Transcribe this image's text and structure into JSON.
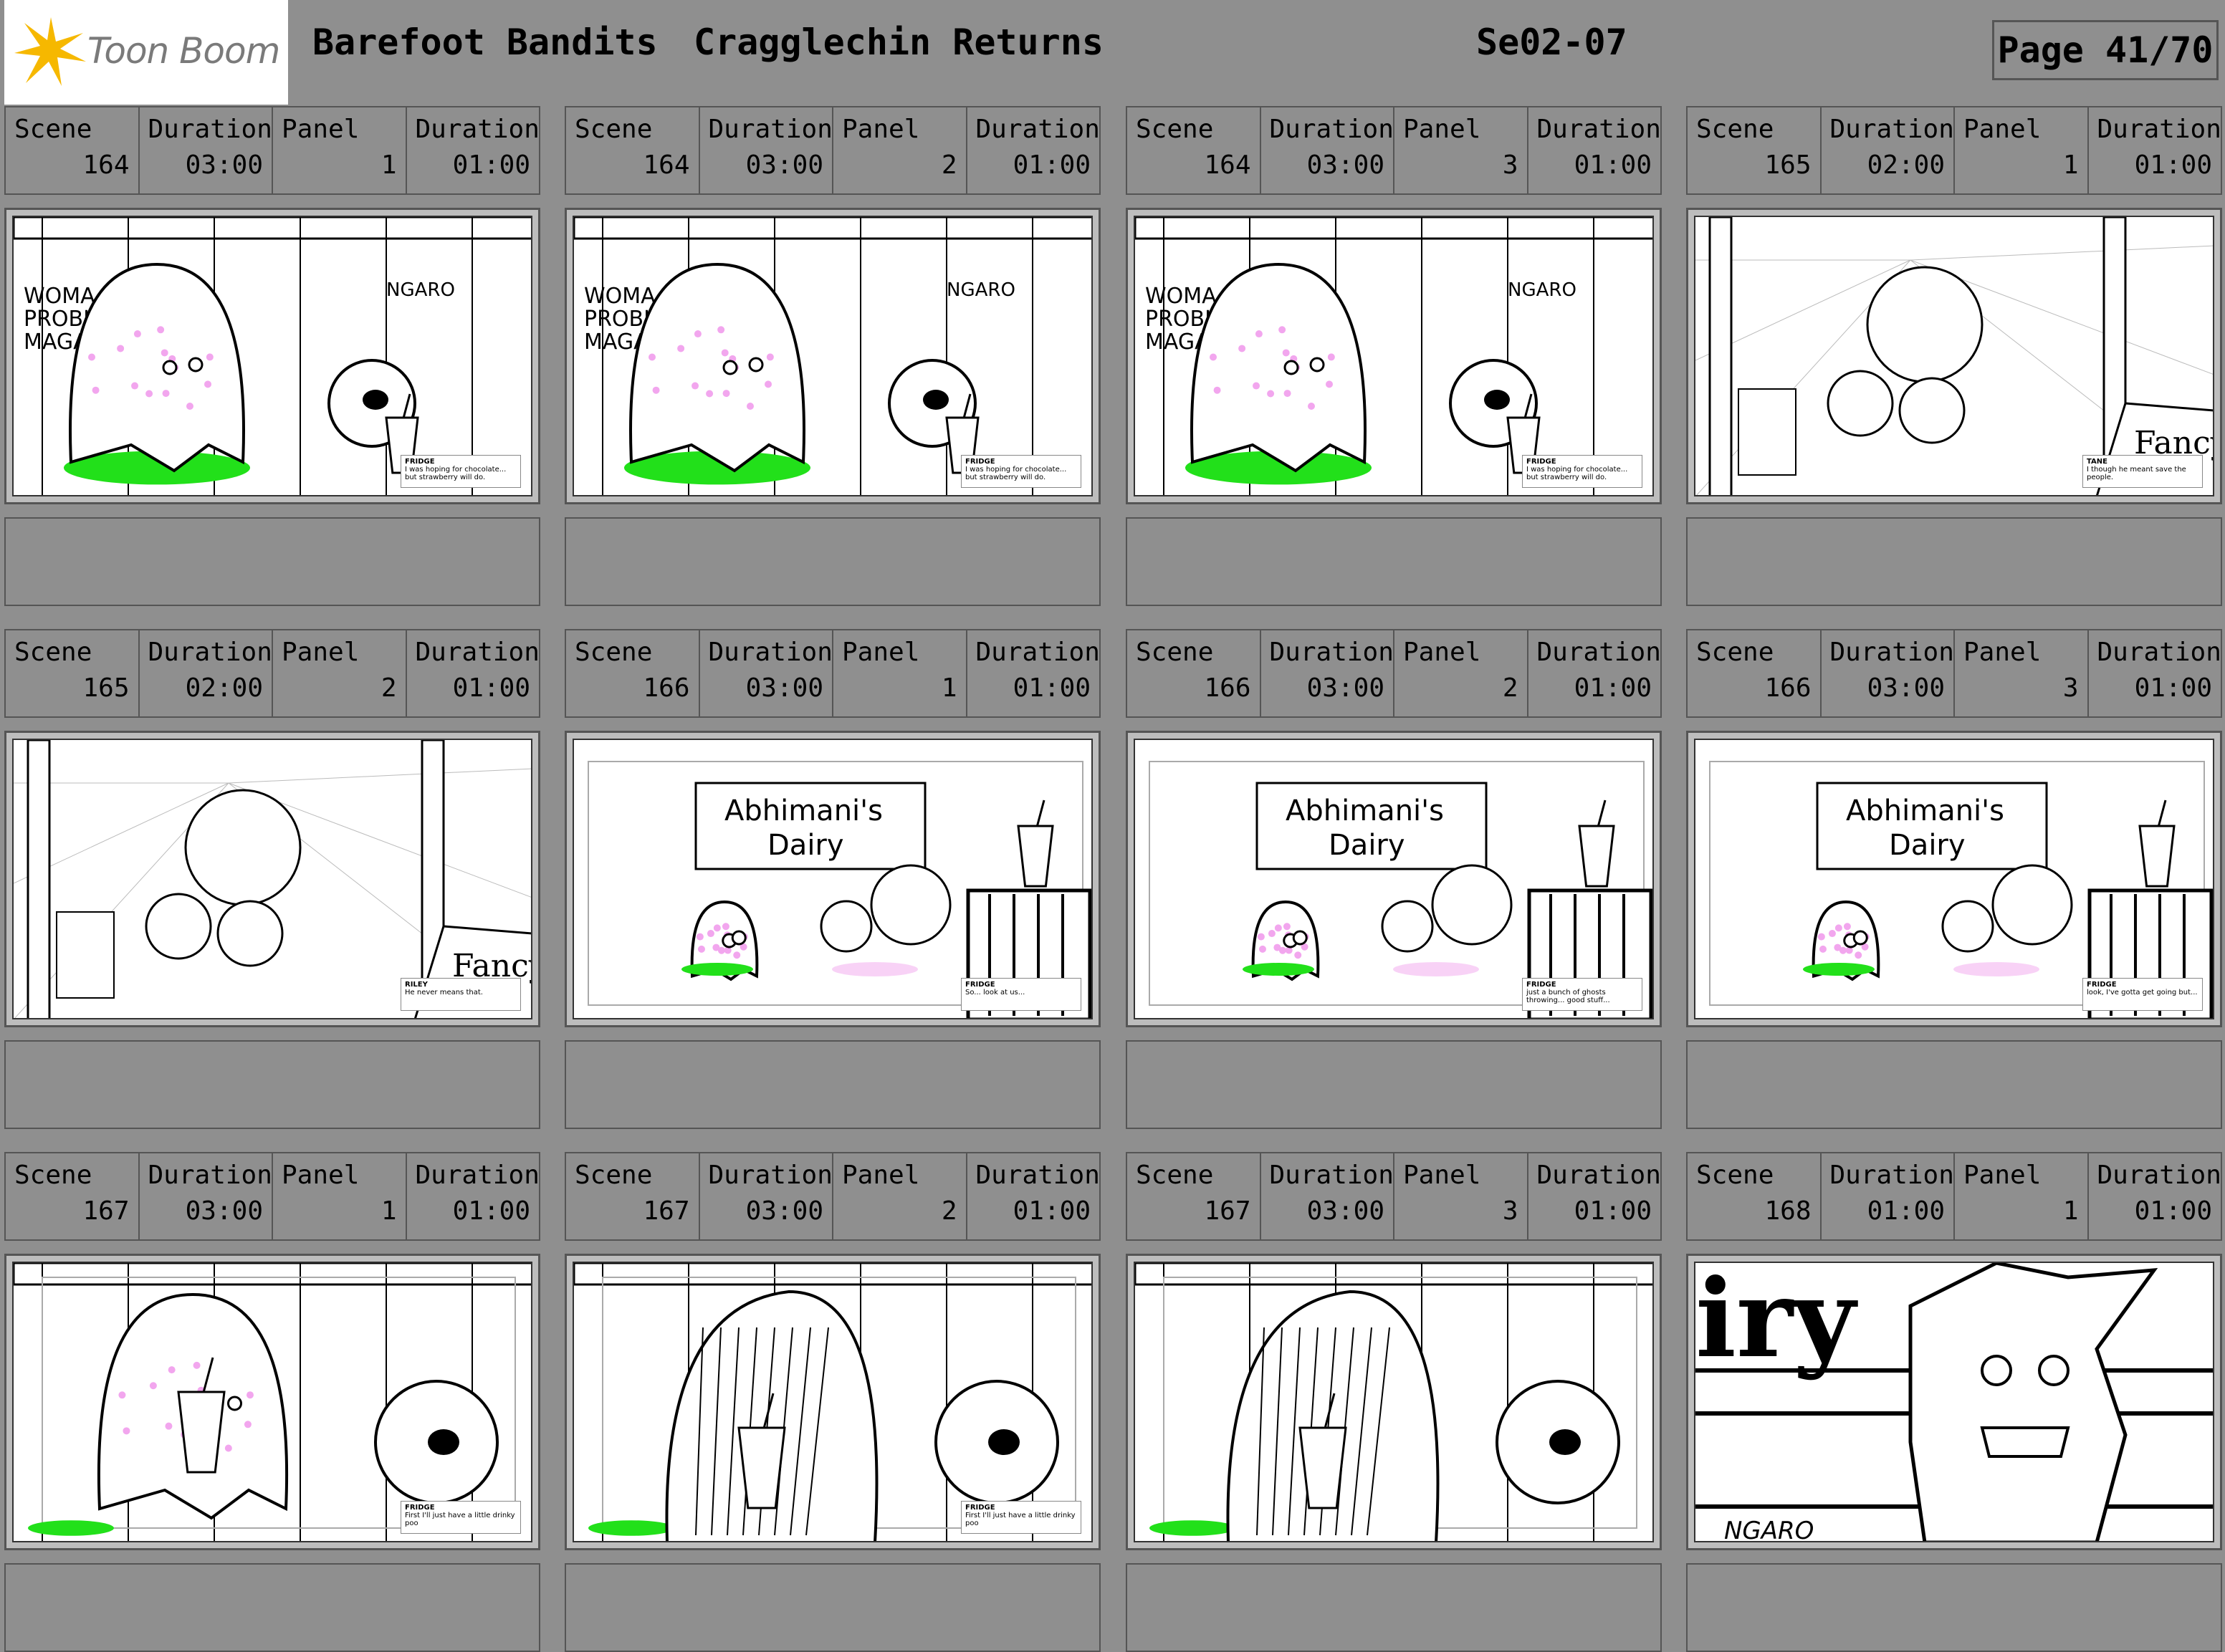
{
  "header": {
    "logo_text": "Toon Boom",
    "show_title": "Barefoot Bandits",
    "episode_title": "Cragglechin Returns",
    "sequence": "Se02-07",
    "page": "Page 41/70"
  },
  "labels": {
    "scene": "Scene",
    "duration": "Duration",
    "panel": "Panel",
    "panel_duration": "Duration"
  },
  "colors": {
    "background": "#8f8f8f",
    "slime": "#22e01a",
    "ghost_spots": "#f2a6ee"
  },
  "panels": [
    {
      "scene": "164",
      "scene_duration": "03:00",
      "panel": "1",
      "panel_duration": "01:00",
      "dialogue_speaker": "FRIDGE",
      "dialogue": "I was hoping for chocolate... but strawberry will do."
    },
    {
      "scene": "164",
      "scene_duration": "03:00",
      "panel": "2",
      "panel_duration": "01:00",
      "dialogue_speaker": "FRIDGE",
      "dialogue": "I was hoping for chocolate... but strawberry will do."
    },
    {
      "scene": "164",
      "scene_duration": "03:00",
      "panel": "3",
      "panel_duration": "01:00",
      "dialogue_speaker": "FRIDGE",
      "dialogue": "I was hoping for chocolate... but strawberry will do."
    },
    {
      "scene": "165",
      "scene_duration": "02:00",
      "panel": "1",
      "panel_duration": "01:00",
      "dialogue_speaker": "TANE",
      "dialogue": "I though he meant save the people."
    },
    {
      "scene": "165",
      "scene_duration": "02:00",
      "panel": "2",
      "panel_duration": "01:00",
      "dialogue_speaker": "RILEY",
      "dialogue": "He never means that."
    },
    {
      "scene": "166",
      "scene_duration": "03:00",
      "panel": "1",
      "panel_duration": "01:00",
      "dialogue_speaker": "FRIDGE",
      "dialogue": "So... look at us..."
    },
    {
      "scene": "166",
      "scene_duration": "03:00",
      "panel": "2",
      "panel_duration": "01:00",
      "dialogue_speaker": "FRIDGE",
      "dialogue": "just a bunch of ghosts throwing... good stuff..."
    },
    {
      "scene": "166",
      "scene_duration": "03:00",
      "panel": "3",
      "panel_duration": "01:00",
      "dialogue_speaker": "FRIDGE",
      "dialogue": "look, I've gotta get going but..."
    },
    {
      "scene": "167",
      "scene_duration": "03:00",
      "panel": "1",
      "panel_duration": "01:00",
      "dialogue_speaker": "FRIDGE",
      "dialogue": "First I'll just have a little drinky poo"
    },
    {
      "scene": "167",
      "scene_duration": "03:00",
      "panel": "2",
      "panel_duration": "01:00",
      "dialogue_speaker": "FRIDGE",
      "dialogue": "First I'll just have a little drinky poo"
    },
    {
      "scene": "167",
      "scene_duration": "03:00",
      "panel": "3",
      "panel_duration": "01:00",
      "dialogue_speaker": "",
      "dialogue": ""
    },
    {
      "scene": "168",
      "scene_duration": "01:00",
      "panel": "1",
      "panel_duration": "01:00",
      "dialogue_speaker": "",
      "dialogue": ""
    }
  ],
  "artwork_text": {
    "shop_sign_line1": "Abhimani's",
    "shop_sign_line2": "Dairy",
    "store_sign": "Fancy",
    "poster_left": "WOMA PROBL MAGA",
    "poster_right": "NGARO WEEKLY",
    "wall_sign": "NGARO",
    "big_sign_fragment": "iry"
  }
}
